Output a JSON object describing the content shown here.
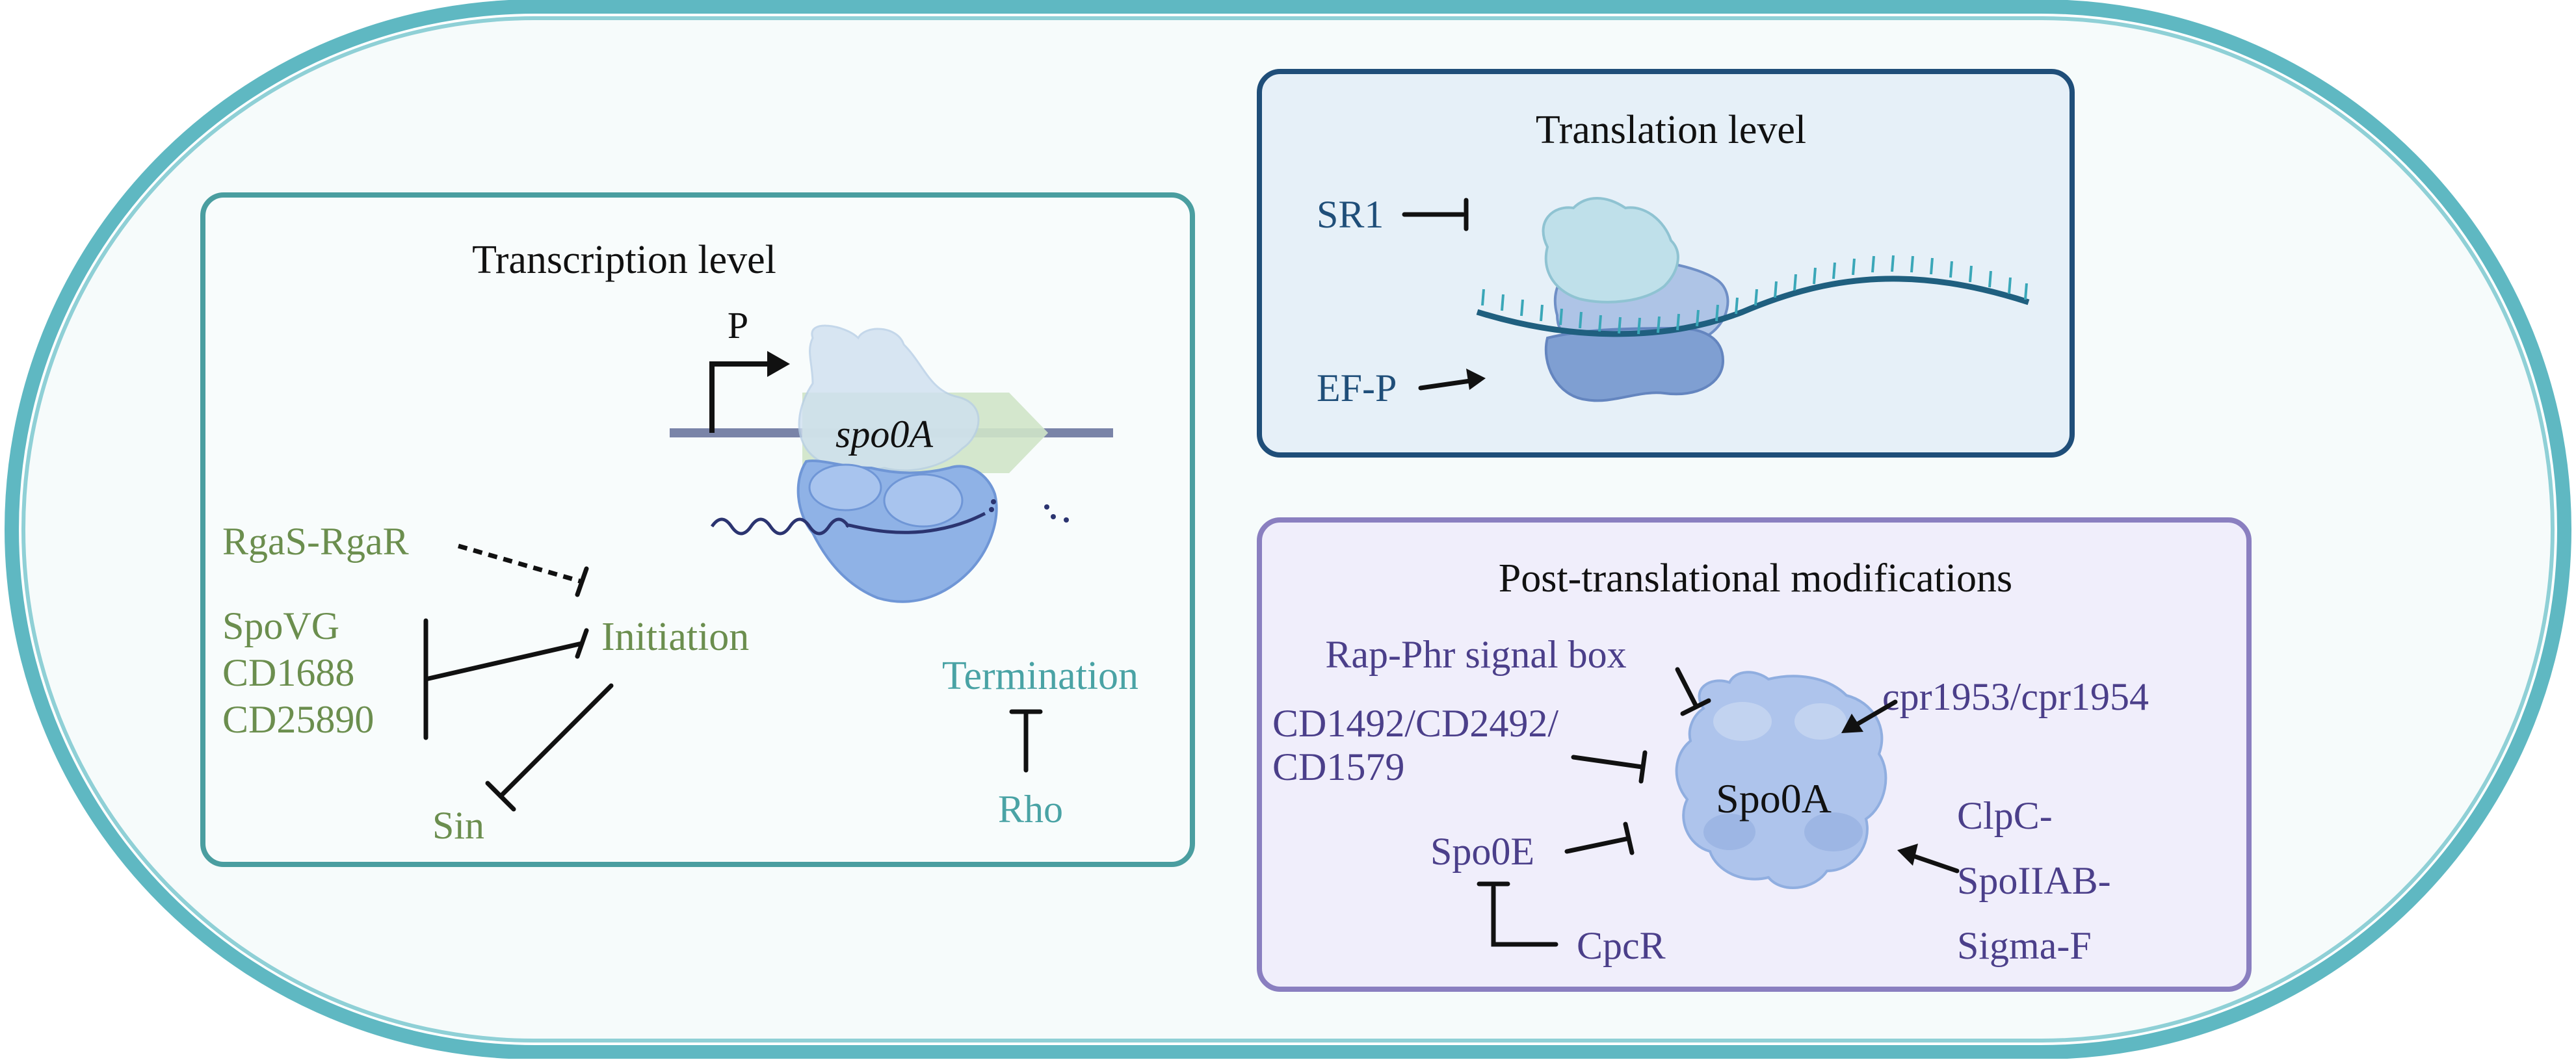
{
  "transcription": {
    "title": "Transcription level",
    "promoter": "P",
    "gene": "spo0A",
    "regulator_rgas": "RgaS-RgaR",
    "regulator_spovg": "SpoVG",
    "regulator_cd1688": "CD1688",
    "regulator_cd25890": "CD25890",
    "initiation": "Initiation",
    "sin": "Sin",
    "termination": "Termination",
    "rho": "Rho"
  },
  "translation": {
    "title": "Translation level",
    "sr1": "SR1",
    "efp": "EF-P"
  },
  "ptm": {
    "title": "Post-translational modifications",
    "rap_phr": "Rap-Phr signal box",
    "cd_line1": "CD1492/CD2492/",
    "cd_line2": "CD1579",
    "spo0e": "Spo0E",
    "cpcr": "CpcR",
    "protein": "Spo0A",
    "cpr": "cpr1953/cpr1954",
    "clpc1": "ClpC-",
    "clpc2": "SpoIIAB-",
    "clpc3": "Sigma-F"
  },
  "colors": {
    "cell_border": "#5fb8c2",
    "cell_fill": "#f6fbfb",
    "transcription_border": "#4a9ea0",
    "translation_border": "#1f4e79",
    "translation_fill": "#e6f0f8",
    "ptm_border": "#8a7fc0",
    "ptm_fill": "#f0eefb",
    "green_text": "#6b8e4e",
    "teal_text": "#4aa3a5",
    "blue_text": "#1f4e79",
    "purple_text": "#4b3f8a"
  }
}
